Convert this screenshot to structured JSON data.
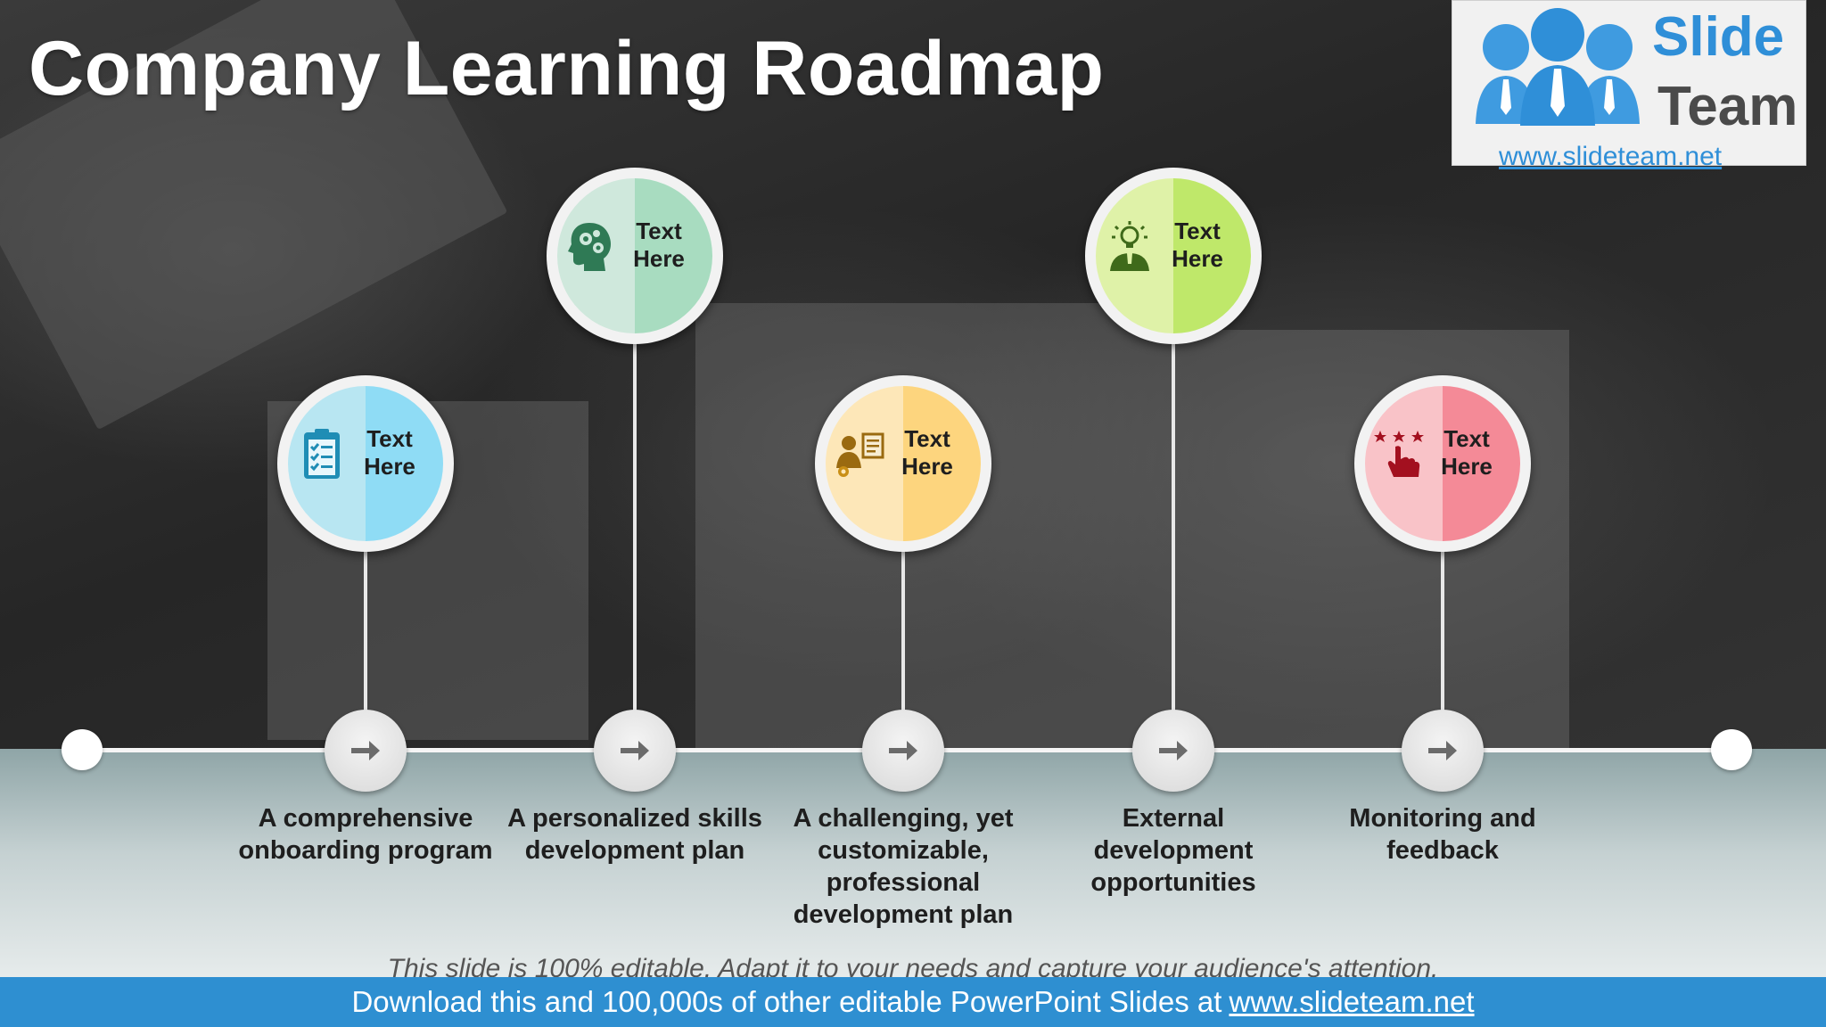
{
  "slide": {
    "title": "Company Learning Roadmap"
  },
  "logo": {
    "line1": "Slide",
    "line2": "Team",
    "url": "www.slideteam.net"
  },
  "milestones": [
    {
      "label_line1": "Text",
      "label_line2": "Here",
      "description": "A comprehensive onboarding program",
      "icon": "clipboard-checklist-icon",
      "color_left": "#b8e6f2",
      "color_right": "#8fdcf5"
    },
    {
      "label_line1": "Text",
      "label_line2": "Here",
      "description": "A personalized skills development plan",
      "icon": "head-gears-icon",
      "color_left": "#cfe8dc",
      "color_right": "#a8dcc0"
    },
    {
      "label_line1": "Text",
      "label_line2": "Here",
      "description": "A challenging, yet customizable, professional development plan",
      "icon": "team-presentation-icon",
      "color_left": "#fde7b8",
      "color_right": "#fdd57e"
    },
    {
      "label_line1": "Text",
      "label_line2": "Here",
      "description": "External development opportunities",
      "icon": "idea-bulb-person-icon",
      "color_left": "#dff2a8",
      "color_right": "#bfe86a"
    },
    {
      "label_line1": "Text",
      "label_line2": "Here",
      "description": "Monitoring and feedback",
      "icon": "rating-stars-hand-icon",
      "color_left": "#f9c3c8",
      "color_right": "#f48a97"
    }
  ],
  "footer": {
    "note": "This slide is 100% editable. Adapt it to your needs and capture your audience's attention.",
    "download_text": "Download this and 100,000s of other editable PowerPoint Slides at",
    "download_link": "www.slideteam.net"
  },
  "colors": {
    "footer_bar": "#2e8fd1",
    "logo_blue": "#2f8fd8",
    "logo_gray": "#4a4a4a"
  }
}
